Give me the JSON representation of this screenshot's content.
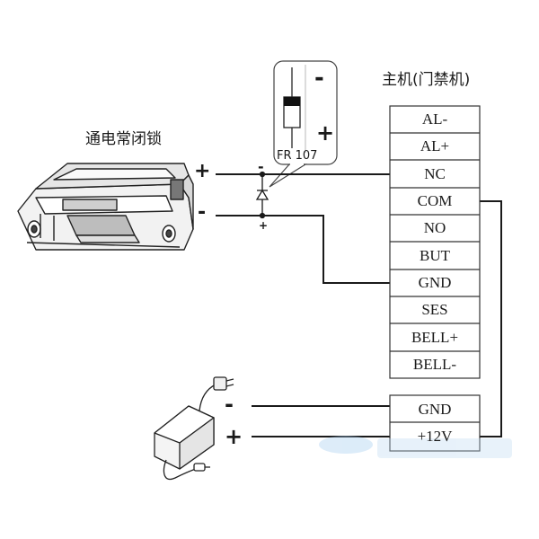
{
  "lock": {
    "title": "通电常闭锁",
    "plus": "+",
    "minus": "-"
  },
  "host": {
    "title": "主机(门禁机)",
    "terminals": [
      "AL-",
      "AL+",
      "NC",
      "COM",
      "NO",
      "BUT",
      "GND",
      "SES",
      "BELL+",
      "BELL-"
    ],
    "power_terminals": [
      "GND",
      "+12V"
    ]
  },
  "diode": {
    "label": "FR 107",
    "minus": "-",
    "plus": "+",
    "lead_minus": "-",
    "lead_plus": "+"
  },
  "power_supply": {
    "minus": "-",
    "plus": "+"
  }
}
